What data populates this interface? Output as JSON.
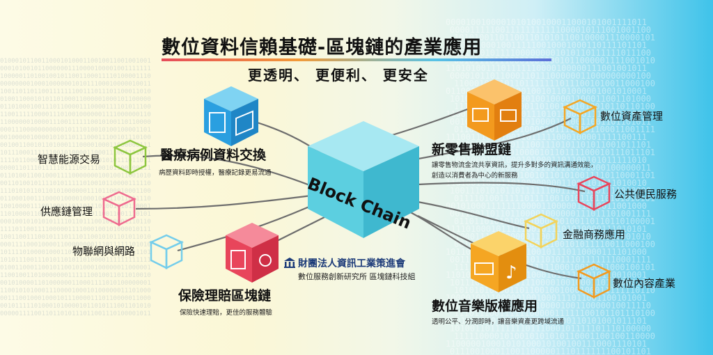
{
  "title": "數位資料信賴基礎-區塊鏈的產業應用",
  "subtitle": "更透明、 更便利、 更安全",
  "center": {
    "label": "Block Chain"
  },
  "apps": {
    "medical": {
      "title": "醫療病例資料交換",
      "desc": "病歷資料即時授權，醫療記錄更易流通"
    },
    "retail": {
      "title": "新零售聯盟鏈",
      "desc1": "讓零售物流金流共享資訊，提升多對多的資訊溝通效能，",
      "desc2": "創造以消費者為中心的新服務"
    },
    "insurance": {
      "title": "保險理賠區塊鏈",
      "desc": "保險快速理賠，更佳的服務體驗"
    },
    "music": {
      "title": "數位音樂版權應用",
      "desc": "透明公平、分潤即時，讓音樂資產更跨域流通"
    }
  },
  "left_items": [
    "智慧能源交易",
    "供應鏈管理",
    "物聯網與網路"
  ],
  "right_items": [
    "數位資產管理",
    "公共便民服務",
    "金融商務應用",
    "數位內容產業"
  ],
  "org": {
    "name": "財團法人資訊工業策進會",
    "dept": "數位服務創新研究所 區塊鏈科技組"
  },
  "colors": {
    "cyan": "#5ccfe0",
    "blue": "#3aa6dc",
    "orange": "#f39a1e",
    "red": "#e8455b",
    "gold": "#f5a623",
    "green": "#8dc63f",
    "pink": "#ee6b8f",
    "lightblue": "#74cdeb",
    "line": "#6d6d6d"
  }
}
